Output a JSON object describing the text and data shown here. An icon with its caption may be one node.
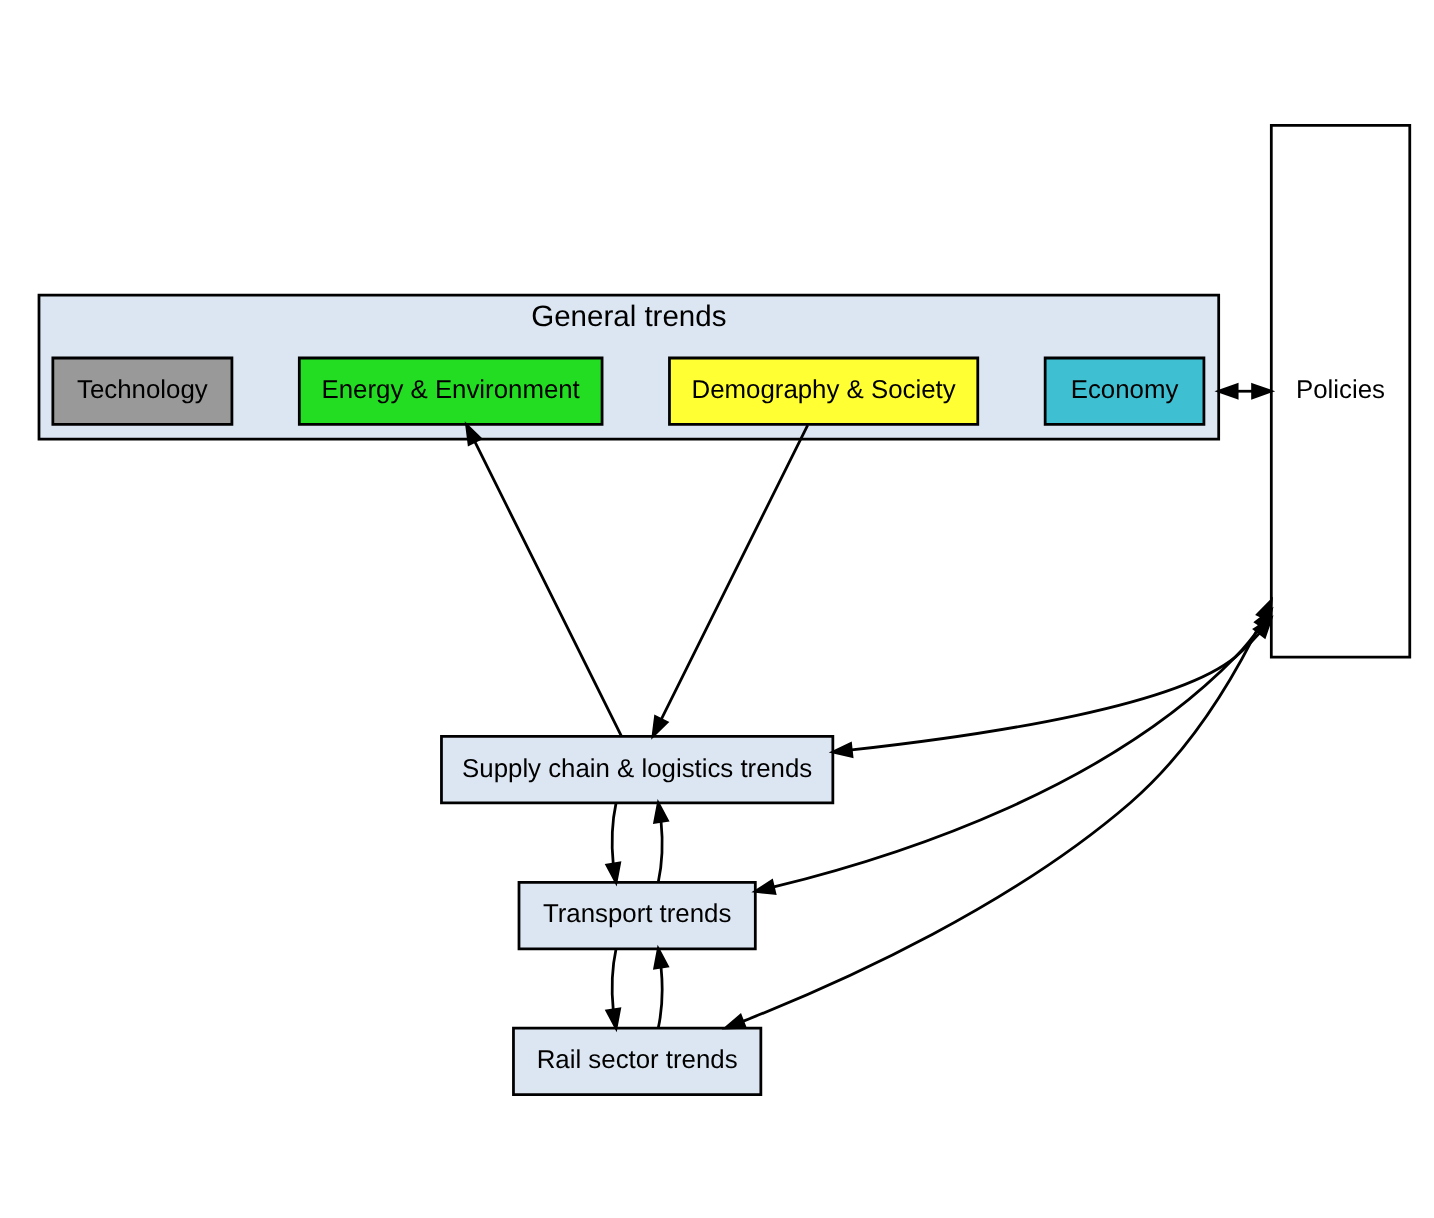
{
  "diagram": {
    "nodes": [
      {
        "text": [
          "General trends"
        ]
      },
      {
        "text": [
          "Economy"
        ],
        "in": 0
      },
      {
        "text": [
          "Demography & Society"
        ],
        "in": 0
      },
      {
        "text": [
          "Energy & Environment"
        ],
        "in": 0
      },
      {
        "text": [
          "Technology"
        ],
        "in": 0
      },
      {
        "text": [
          "Supply chain & logistics trends"
        ]
      },
      {
        "text": [
          "Transport trends"
        ]
      },
      {
        "text": [
          "Rail sector trends"
        ]
      },
      {
        "text": [
          "Policies"
        ]
      }
    ],
    "edges": [
      {
        "from": 2,
        "to": 5,
        "arrow": "to"
      },
      {
        "from": 5,
        "to": 3,
        "arrow": "to"
      },
      {
        "from": 5,
        "to": 6,
        "arrow": "to"
      },
      {
        "from": 6,
        "to": 5,
        "arrow": "to"
      },
      {
        "from": 6,
        "to": 7,
        "arrow": "to"
      },
      {
        "from": 7,
        "to": 6,
        "arrow": "to"
      },
      {
        "from": 0,
        "to": 8,
        "arrow": "both"
      },
      {
        "from": 5,
        "to": 8,
        "arrow": "both"
      },
      {
        "from": 6,
        "to": 8,
        "arrow": "both"
      },
      {
        "from": 7,
        "to": 8,
        "arrow": "both"
      }
    ]
  }
}
